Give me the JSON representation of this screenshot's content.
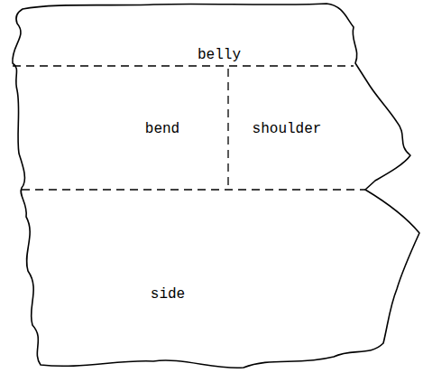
{
  "diagram": {
    "labels": [
      "belly",
      "bend",
      "shoulder",
      "side"
    ]
  }
}
